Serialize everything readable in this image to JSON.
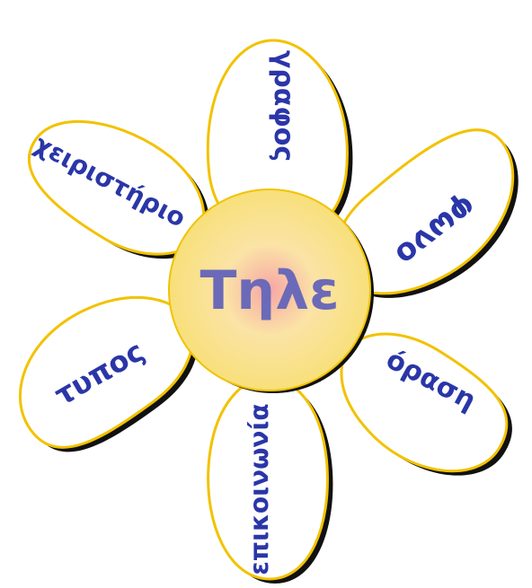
{
  "center": {
    "label": "Τηλε"
  },
  "petals": [
    {
      "label": "γραφος"
    },
    {
      "label": "φωνο"
    },
    {
      "label": "όραση"
    },
    {
      "label": "επικοινωνία"
    },
    {
      "label": "τυπος"
    },
    {
      "label": "χειριστήριο"
    }
  ],
  "colors": {
    "petal_fill": "#ffffff",
    "petal_outline": "#f2c200",
    "petal_shadow": "#111111",
    "text": "#2a36a8",
    "center_text": "#6b6ab8",
    "center_core": "#f6a6a6",
    "center_mid": "#fbe6a0",
    "center_edge": "#f7e07a"
  }
}
